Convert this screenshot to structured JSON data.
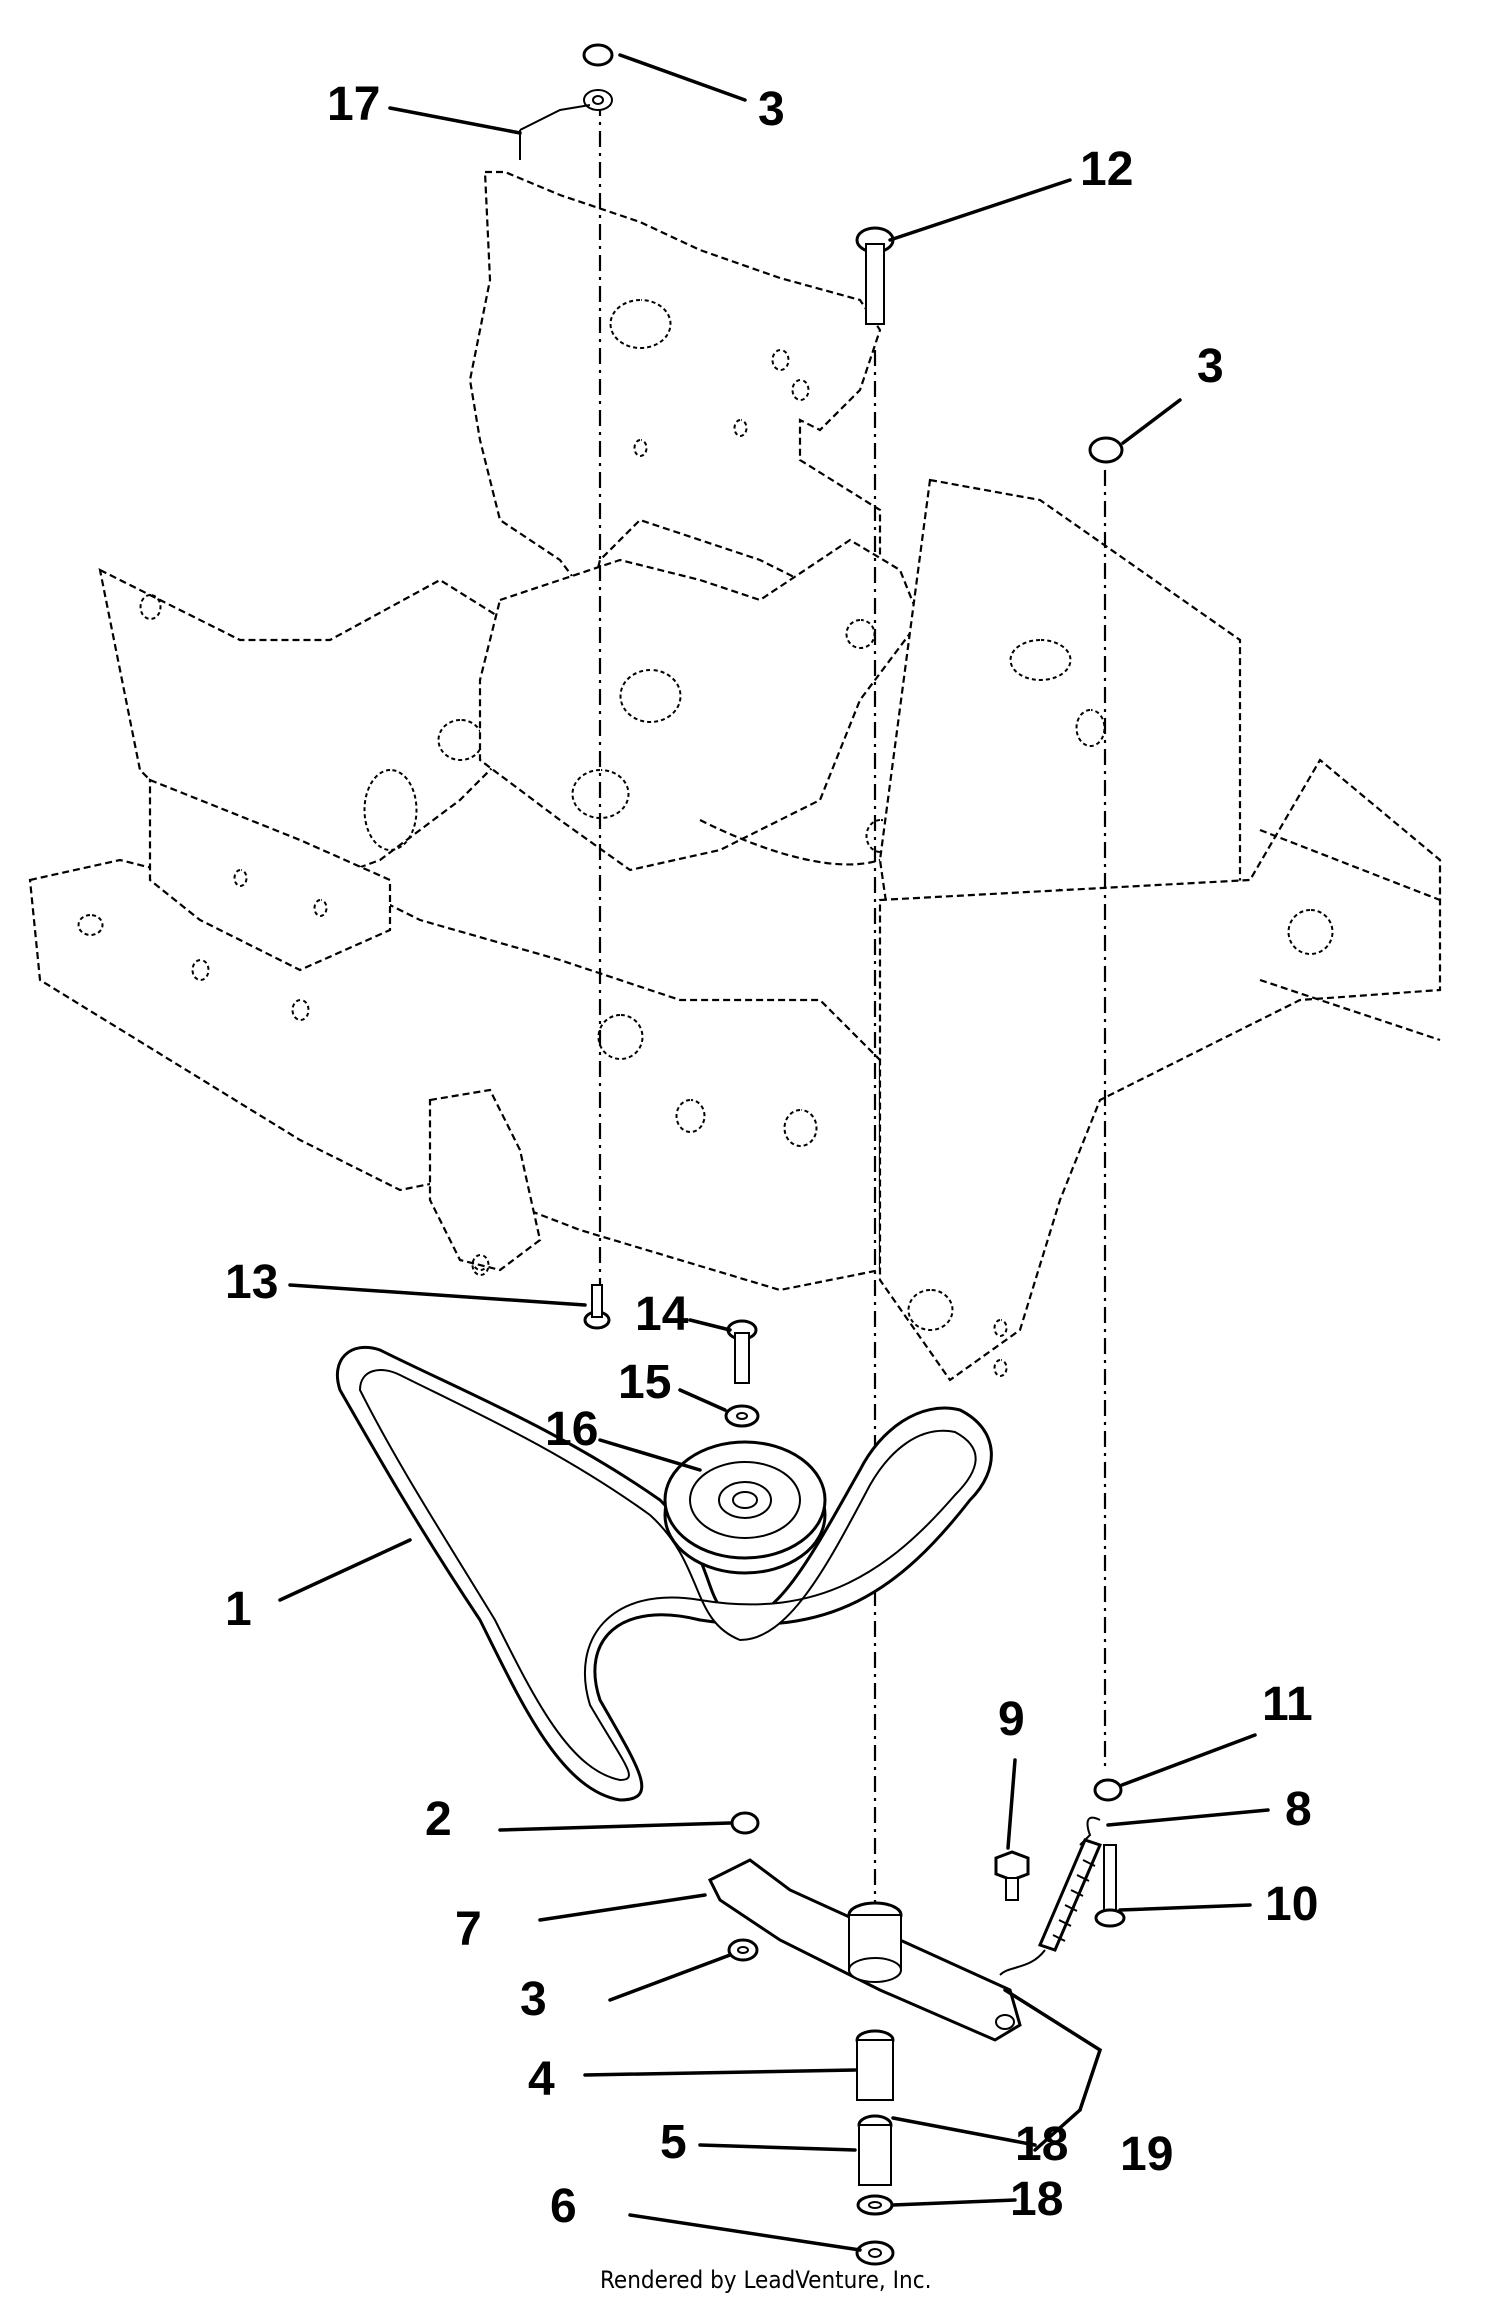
{
  "callouts": {
    "c1": "1",
    "c2": "2",
    "c3_top": "3",
    "c3_right": "3",
    "c3_bottom": "3",
    "c4": "4",
    "c5": "5",
    "c6": "6",
    "c7": "7",
    "c8": "8",
    "c9": "9",
    "c10": "10",
    "c11": "11",
    "c12": "12",
    "c13": "13",
    "c14": "14",
    "c15": "15",
    "c16": "16",
    "c17": "17",
    "c18_a": "18",
    "c18_b": "18",
    "c19": "19"
  },
  "footer": {
    "credit": "Rendered by LeadVenture, Inc."
  },
  "watermark": {
    "name": "watermark-logo-icon"
  }
}
